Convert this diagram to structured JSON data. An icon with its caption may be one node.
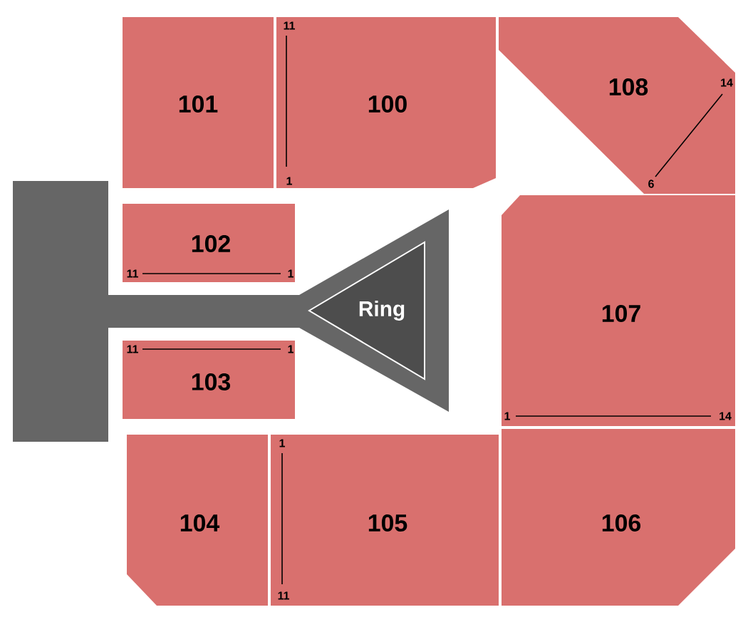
{
  "diagram": {
    "nodes": [
      {
        "text": [
          "101"
        ]
      },
      {
        "text": [
          "100"
        ]
      },
      {
        "text": [
          "108"
        ]
      },
      {
        "text": [],
        "shape": "box"
      },
      {
        "text": [
          "102"
        ]
      },
      {
        "text": [
          "Ring"
        ],
        "in": 3
      },
      {
        "text": [
          "107"
        ]
      },
      {
        "text": [
          "103"
        ]
      },
      {
        "text": [
          "104"
        ]
      },
      {
        "text": [
          "105"
        ]
      },
      {
        "text": [
          "106"
        ]
      }
    ],
    "labels": [
      "11",
      "14",
      "1",
      "6",
      "11",
      "1",
      "11",
      "1",
      "1",
      "14",
      "1",
      "11"
    ]
  }
}
